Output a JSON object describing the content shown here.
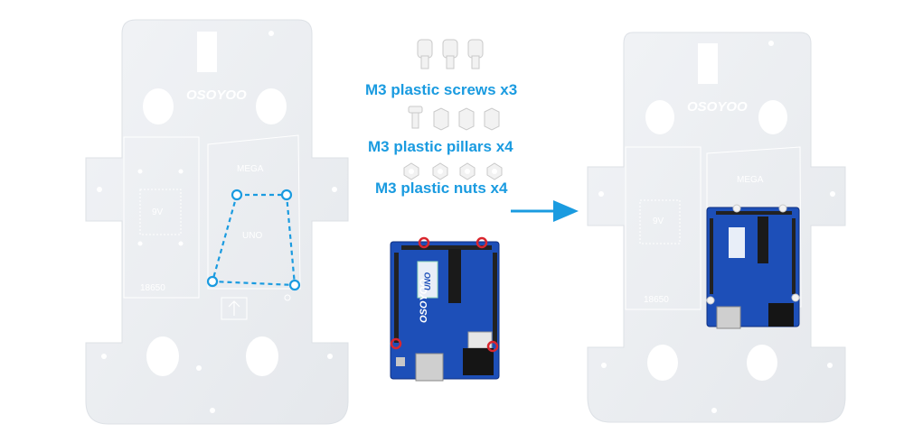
{
  "parts": {
    "screws_label": "M3 plastic screws x3",
    "pillars_label": "M3 plastic pillars x4",
    "nuts_label": "M3 plastic nuts x4"
  },
  "plate": {
    "logo": "OSOYOO",
    "mega_label": "MEGA",
    "uno_label": "UNO",
    "battery_9v": "9V",
    "battery_18650": "18650"
  },
  "board": {
    "brand": "OSOYOO",
    "model": "UNO"
  },
  "colors": {
    "accent": "#1a9be0",
    "plate": "#eef0f3",
    "board": "#1d4fb8",
    "marker": "#d9262e"
  }
}
